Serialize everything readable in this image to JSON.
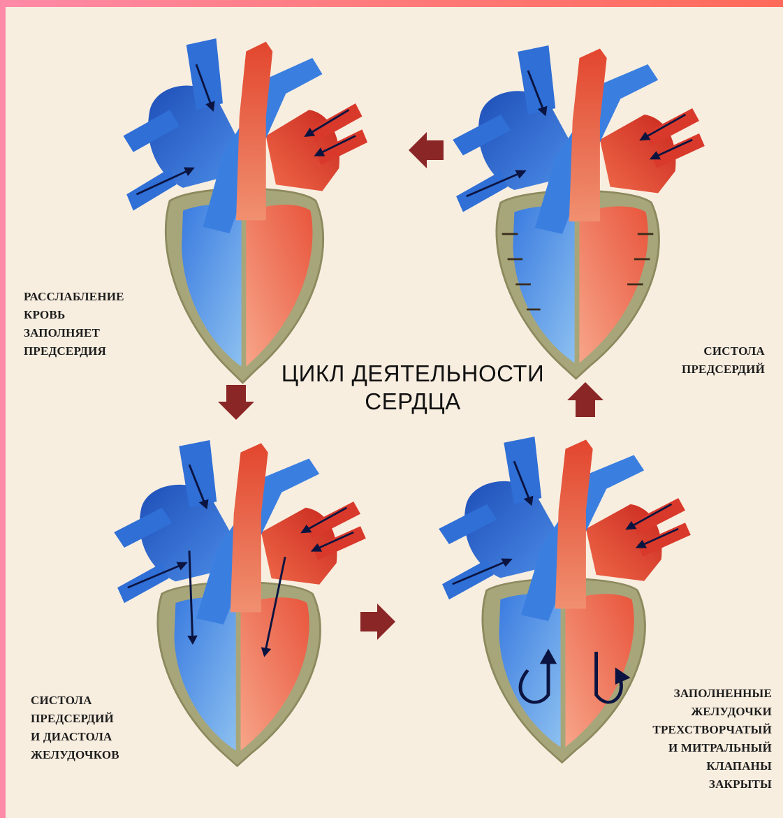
{
  "title": {
    "line1": "ЦИКЛ ДЕЯТЕЛЬНОСТИ",
    "line2": "СЕРДЦА"
  },
  "captions": {
    "relaxation": [
      "РАССЛАБЛЕНИЕ",
      "КРОВЬ",
      "ЗАПОЛНЯЕТ",
      "ПРЕДСЕРДИЯ"
    ],
    "atrial_systole": [
      "СИСТОЛА",
      "ПРЕДСЕРДИЙ"
    ],
    "atrial_systole_ventricular_diastole": [
      "СИСТОЛА",
      "ПРЕДСЕРДИЙ",
      "И ДИАСТОЛА",
      "ЖЕЛУДОЧКОВ"
    ],
    "filled_ventricles": [
      "ЗАПОЛНЕННЫЕ",
      "ЖЕЛУДОЧКИ",
      "ТРЕХСТВОРЧАТЫЙ",
      "И МИТРАЛЬНЫЙ",
      "КЛАПАНЫ",
      "ЗАКРЫТЫ"
    ]
  },
  "colors": {
    "frame": "#ff7a8a",
    "background": "#f8eee0",
    "venous_blue": "#2f6fd6",
    "arterial_red": "#e2462e",
    "heart_wall": "#a7a67a",
    "cycle_arrow": "#8a2626"
  }
}
